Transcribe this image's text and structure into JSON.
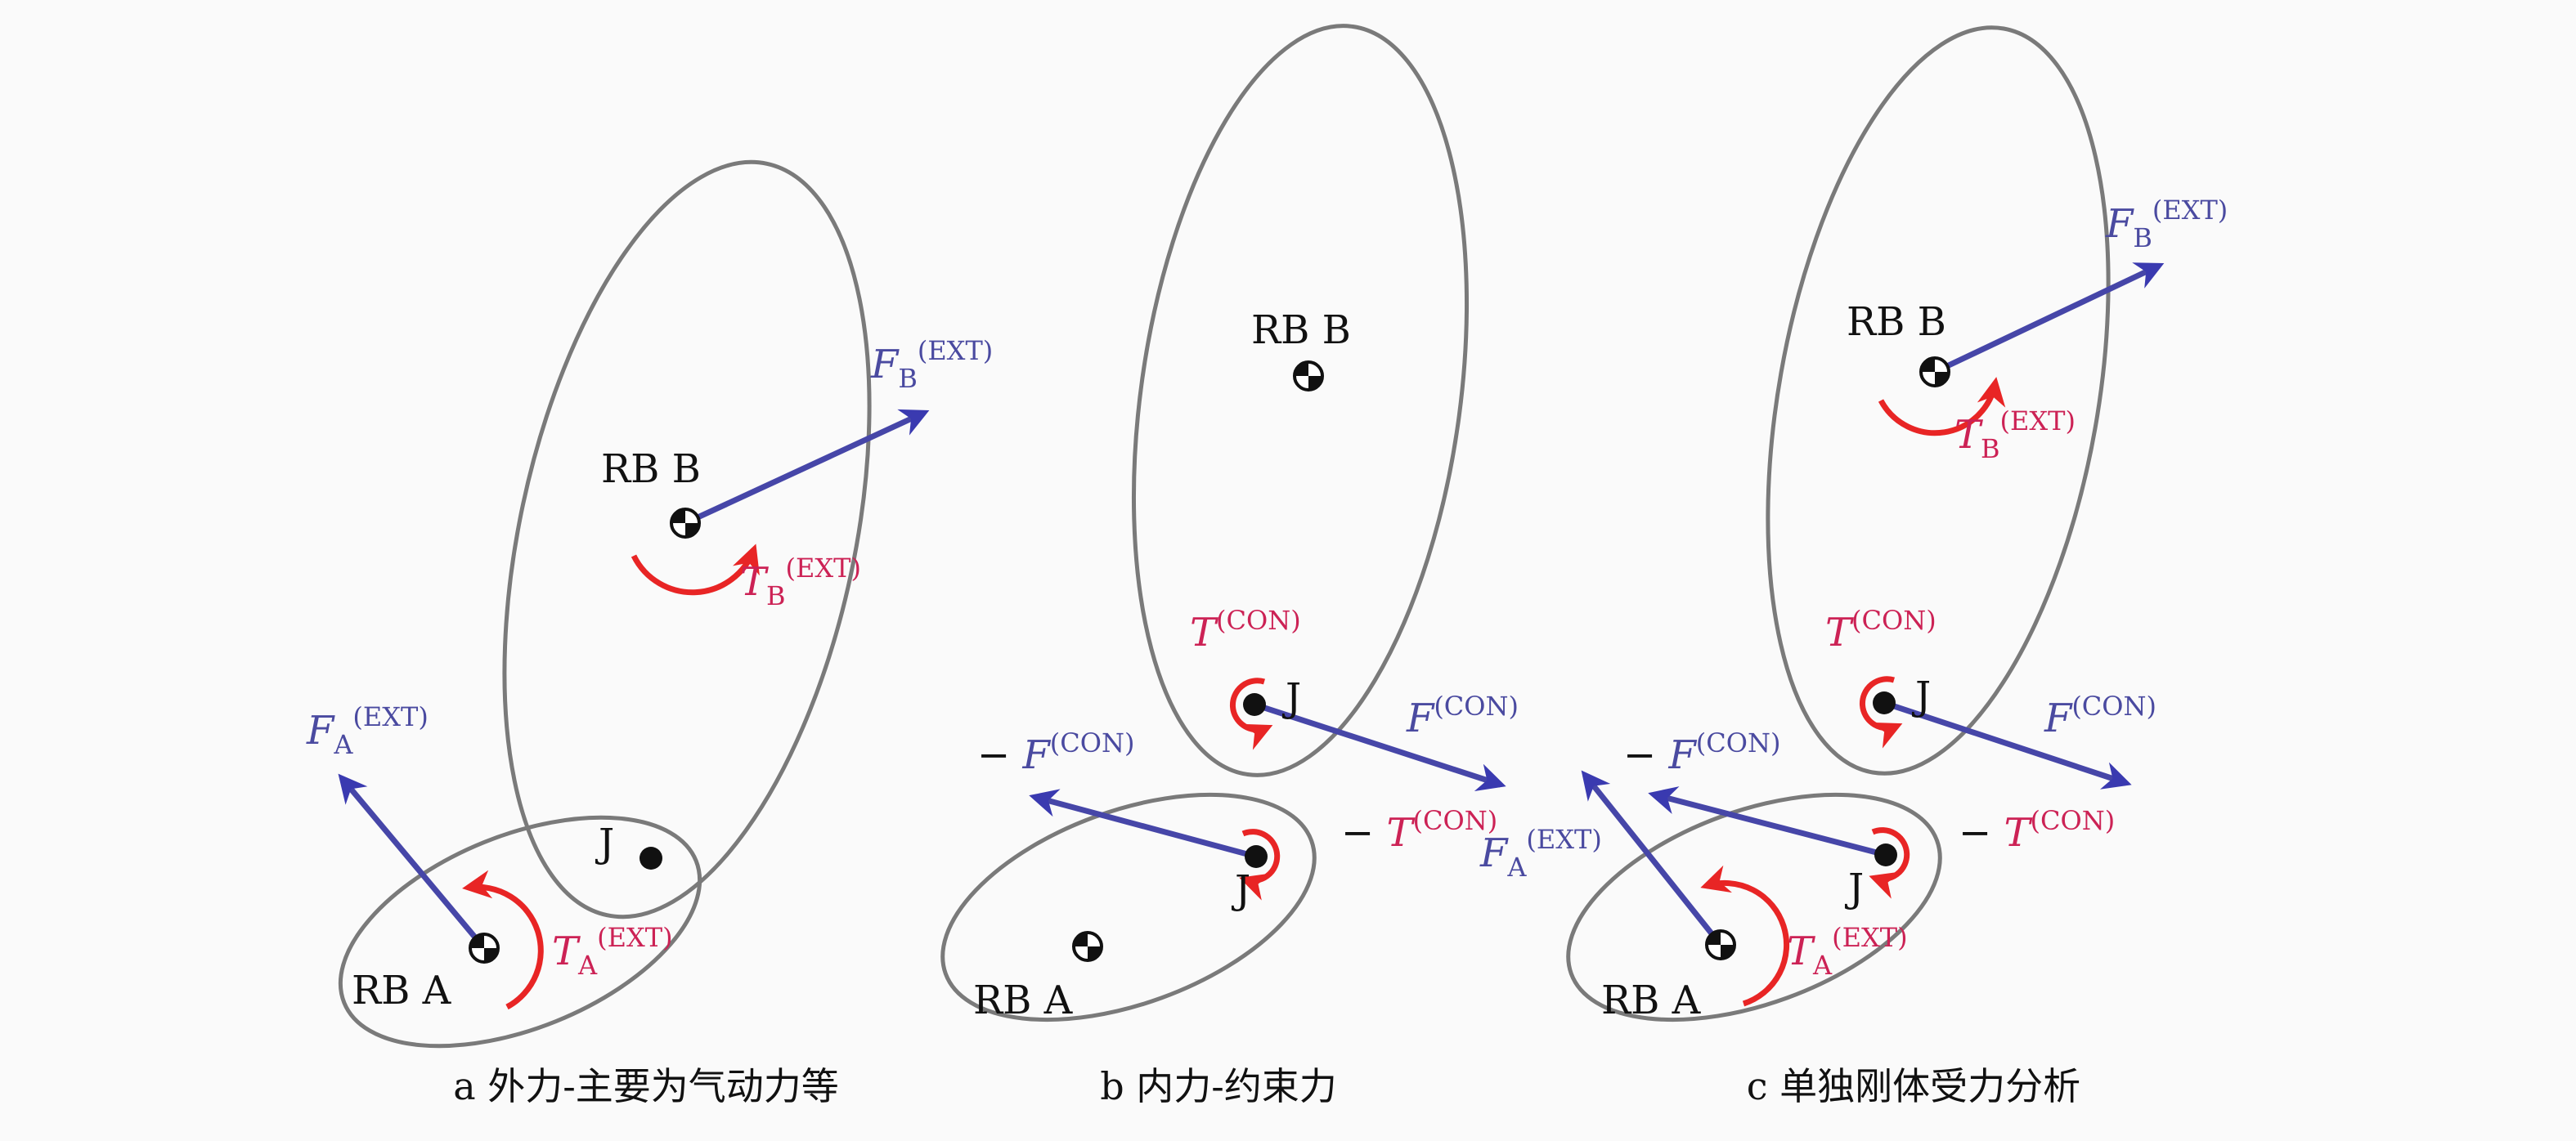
{
  "panels": {
    "a": {
      "caption": "a 外力-主要为气动力等",
      "rb_a": "RB A",
      "rb_b": "RB B",
      "joint": "J",
      "f_b": {
        "sym": "F",
        "sub": "B",
        "sup": "(EXT)"
      },
      "t_b": {
        "sym": "T",
        "sub": "B",
        "sup": "(EXT)"
      },
      "f_a": {
        "sym": "F",
        "sub": "A",
        "sup": "(EXT)"
      },
      "t_a": {
        "sym": "T",
        "sub": "A",
        "sup": "(EXT)"
      }
    },
    "b": {
      "caption": "b 内力-约束力",
      "rb_a": "RB A",
      "rb_b": "RB B",
      "joint_upper": "J",
      "joint_lower": "J",
      "t_con": {
        "sym": "T",
        "sup": "(CON)"
      },
      "f_con": {
        "sym": "F",
        "sup": "(CON)"
      },
      "neg_f_con": {
        "prefix": "− ",
        "sym": "F",
        "sup": "(CON)"
      },
      "neg_t_con": {
        "prefix": "− ",
        "sym": "T",
        "sup": "(CON)"
      }
    },
    "c": {
      "caption": "c 单独刚体受力分析",
      "rb_a": "RB A",
      "rb_b": "RB B",
      "joint_upper": "J",
      "joint_lower": "J",
      "f_b": {
        "sym": "F",
        "sub": "B",
        "sup": "(EXT)"
      },
      "t_b": {
        "sym": "T",
        "sub": "B",
        "sup": "(EXT)"
      },
      "f_a": {
        "sym": "F",
        "sub": "A",
        "sup": "(EXT)"
      },
      "t_a": {
        "sym": "T",
        "sub": "A",
        "sup": "(EXT)"
      },
      "t_con": {
        "sym": "T",
        "sup": "(CON)"
      },
      "f_con": {
        "sym": "F",
        "sup": "(CON)"
      },
      "neg_f_con": {
        "prefix": "− ",
        "sym": "F",
        "sup": "(CON)"
      },
      "neg_t_con": {
        "prefix": "− ",
        "sym": "T",
        "sup": "(CON)"
      }
    }
  },
  "colors": {
    "force": "#4646a8",
    "torque": "#e82525",
    "torque_label": "#cc2255",
    "body": "#7a7a7a"
  }
}
